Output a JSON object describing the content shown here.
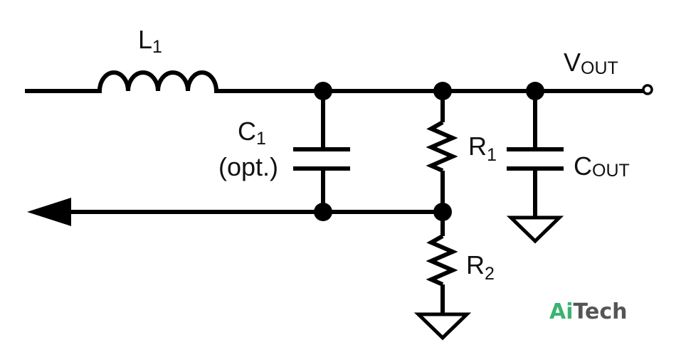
{
  "labels": {
    "inductor": {
      "main": "L",
      "sub": "1"
    },
    "input_cap": {
      "main": "C",
      "sub": "1",
      "note": "(opt.)"
    },
    "output_voltage": {
      "main": "V",
      "sub": "OUT"
    },
    "resistor_top": {
      "main": "R",
      "sub": "1"
    },
    "output_cap": {
      "main": "C",
      "sub": "OUT"
    },
    "resistor_bottom": {
      "main": "R",
      "sub": "2"
    }
  },
  "watermark": {
    "first": "Ai",
    "second": "Tech"
  },
  "colors": {
    "wire": "#000000",
    "text": "#111111",
    "watermark_first": "#3cb371",
    "watermark_second": "#555555"
  }
}
